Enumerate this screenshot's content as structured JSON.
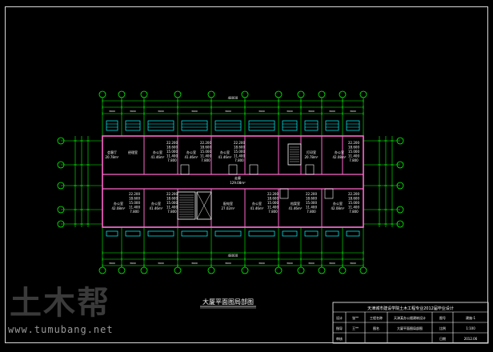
{
  "drawing": {
    "title": "大厦平面图局部图",
    "overall_dimension": "48000",
    "colors": {
      "background": "#000000",
      "axis": "#00ff00",
      "wall": "#ff66cc",
      "window": "#00ffff",
      "text": "#ffffff",
      "dim": "#00ff00"
    }
  },
  "rooms_top": [
    {
      "name": "会客厅",
      "area": "20.78m²"
    },
    {
      "name": "经理室",
      "area": ""
    },
    {
      "name": "办公室",
      "area": "41.46m²",
      "elev": [
        "22.200",
        "18.600",
        "15.000",
        "11.400",
        "7.800"
      ]
    },
    {
      "name": "办公室",
      "area": "41.46m²",
      "elev": [
        "22.200",
        "18.600",
        "15.000",
        "11.400",
        "7.800"
      ]
    },
    {
      "name": "办公室",
      "area": "41.46m²",
      "elev": [
        "22.200",
        "18.600",
        "15.000",
        "11.400",
        "7.800"
      ]
    },
    {
      "name": "打印室",
      "area": "20.78m²"
    },
    {
      "name": "办公室",
      "area": "42.08m²",
      "elev": [
        "22.200",
        "18.600",
        "15.000",
        "11.400",
        "7.800"
      ]
    }
  ],
  "rooms_bottom": [
    {
      "name": "办公室",
      "area": "42.08m²",
      "elev": [
        "22.200",
        "18.600",
        "15.000",
        "11.400",
        "7.800"
      ]
    },
    {
      "name": "办公室",
      "area": "41.46m²",
      "elev": [
        "22.200",
        "18.600",
        "15.000",
        "11.400",
        "7.800"
      ]
    },
    {
      "name": "配电室",
      "area": "27.02m²"
    },
    {
      "name": "办公室",
      "area": "41.46m²",
      "elev": [
        "22.200",
        "18.600",
        "15.000",
        "11.400",
        "7.800"
      ]
    },
    {
      "name": "档案室",
      "area": "41.46m²",
      "elev": [
        "22.200",
        "18.600",
        "15.000",
        "11.400",
        "7.800"
      ]
    },
    {
      "name": "办公室",
      "area": "42.08m²",
      "elev": [
        "22.200",
        "18.600",
        "15.000",
        "11.400",
        "7.800"
      ]
    }
  ],
  "corridor": {
    "name": "走廊",
    "area": "129.08m²"
  },
  "title_block": {
    "school": "天津城市建设学院土木工程专业2012届毕业设计",
    "row1": [
      "设计",
      "张**",
      "工程名称",
      "天津某办公楼建筑设计",
      "图号",
      "建施-1"
    ],
    "row2": [
      "指导",
      "王**",
      "图名",
      "大厦平面图局部图",
      "比例",
      "1:100"
    ],
    "row3": [
      "审核",
      "",
      "",
      "",
      "日期",
      "2012.06"
    ]
  },
  "watermark": {
    "logo": "土木帮",
    "url": "www.tumubang.net"
  }
}
